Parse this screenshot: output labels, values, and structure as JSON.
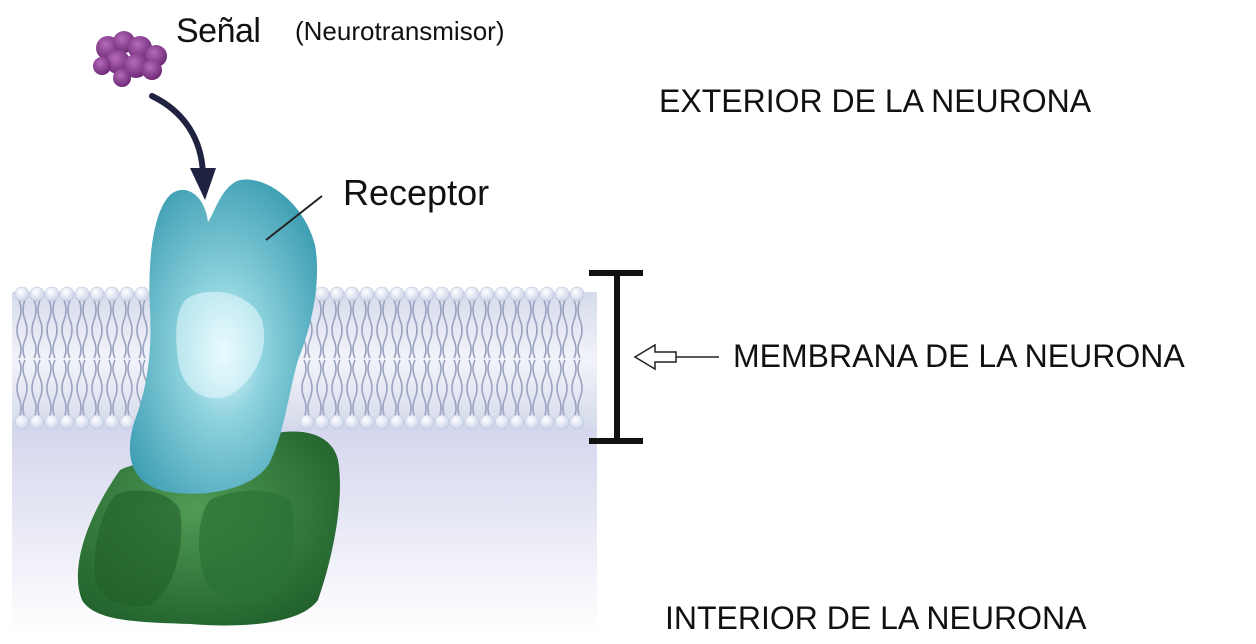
{
  "labels": {
    "signal": "Señal",
    "signal_detail": "(Neurotransmisor)",
    "receptor": "Receptor",
    "exterior": "EXTERIOR DE LA NEURONA",
    "membrane": "MEMBRANA DE LA NEURONA",
    "interior": "INTERIOR DE LA NEURONA"
  },
  "colors": {
    "neurotransmitter": "#7a2e82",
    "receptor": "#5fb9c8",
    "intracellular_protein": "#2f7d3a",
    "membrane_head": "#e8eef8",
    "membrane_tail": "#9aa3bf",
    "interior_tint": "#c9cbe8",
    "bracket": "#111111"
  }
}
